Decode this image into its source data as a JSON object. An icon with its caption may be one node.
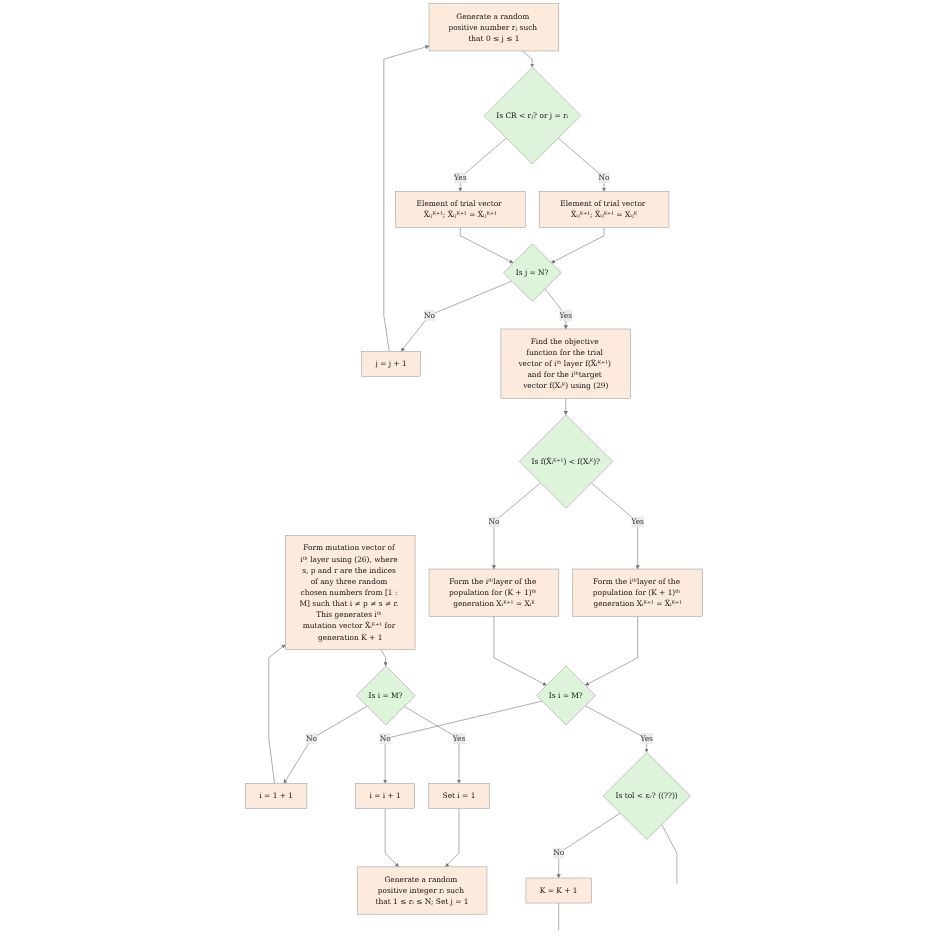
{
  "diagram": {
    "nodes": [
      {
        "text": [
          "Form mutation vector of iᵗʰ layer using (26), where s, p and r are the indices of any three random chosen numbers from [1 : M] such that i ≠ p ≠ s ≠ r. This generates iᵗʰ mutation vector X̂ᵢᴷ⁺¹ for generation K + 1"
        ]
      },
      {
        "text": [
          "Is i = M?"
        ]
      },
      {
        "text": [
          "i = 1 + 1"
        ]
      },
      {
        "text": [
          "Set i = 1"
        ]
      },
      {
        "text": [
          "Generate a random positive integer rᵢ such that 1 ≤ rᵢ ≤ N; Set j = 1"
        ]
      },
      {
        "text": [
          "Generate a random positive number rⱼ such that 0 ≤ j ≤ 1"
        ]
      },
      {
        "text": [
          "Is CR < rⱼ? or j = rᵢ"
        ]
      },
      {
        "text": [
          "Element of trial vector X̃ᵢⱼᴷ⁺¹; X̃ᵢⱼᴷ⁺¹ = Xᵢⱼᴷ"
        ]
      },
      {
        "text": [
          "Element of trial vector X̃ᵢⱼᴷ⁺¹; X̃ᵢⱼᴷ⁺¹ = X̂ᵢⱼᴷ⁺¹"
        ]
      },
      {
        "text": [
          "Is j = N?"
        ]
      },
      {
        "text": [
          "j = j + 1"
        ]
      },
      {
        "text": [
          "Find the objective function for the trial vector of iᵗʰ layer f(X̃ᵢᴷ⁺¹) and for the iᵗʰtarget vector f(Xᵢᴷ) using (29)"
        ]
      },
      {
        "text": [
          "Is f(X̃ᵢᴷ⁺¹) < f(Xᵢᴷ)?"
        ]
      },
      {
        "text": [
          "Form the iᵗʰlayer of the population for (K + 1)ᵗʰ generation Xᵢᴷ⁺¹ = X̃ᵢᴷ⁺¹"
        ]
      },
      {
        "text": [
          "Form the iᵗʰlayer of the population for (K + 1)ᵗʰ generation Xᵢᴷ⁺¹ = Xᵢᴷ"
        ]
      },
      {
        "text": [
          "Is i = M?"
        ]
      },
      {
        "text": [
          "i = i + 1"
        ]
      },
      {
        "text": [
          "Is tol < εᵣ? ((??))"
        ]
      },
      {
        "text": [
          "K = K + 1"
        ]
      }
    ],
    "edges": [
      {
        "from": 2,
        "to": 0,
        "arrow": "to"
      },
      {
        "from": 0,
        "to": 1,
        "arrow": "to"
      },
      {
        "from": 1,
        "to": 2,
        "arrow": "to",
        "label": "No"
      },
      {
        "from": 1,
        "to": 3,
        "arrow": "to",
        "label": "Yes"
      },
      {
        "from": 3,
        "to": 4,
        "arrow": "to"
      },
      {
        "from": 16,
        "to": 4,
        "arrow": "to"
      },
      {
        "from": 10,
        "to": 5,
        "arrow": "to"
      },
      {
        "from": 5,
        "to": 6,
        "arrow": "to"
      },
      {
        "from": 6,
        "to": 7,
        "arrow": "to",
        "label": "No"
      },
      {
        "from": 6,
        "to": 8,
        "arrow": "to",
        "label": "Yes"
      },
      {
        "from": 7,
        "to": 9,
        "arrow": "to"
      },
      {
        "from": 8,
        "to": 9,
        "arrow": "to"
      },
      {
        "from": 9,
        "to": 10,
        "arrow": "to",
        "label": "No"
      },
      {
        "from": 9,
        "to": 11,
        "arrow": "to",
        "label": "Yes"
      },
      {
        "from": 11,
        "to": 12,
        "arrow": "to"
      },
      {
        "from": 12,
        "to": 13,
        "arrow": "to",
        "label": "Yes"
      },
      {
        "from": 12,
        "to": 14,
        "arrow": "to",
        "label": "No"
      },
      {
        "from": 13,
        "to": 15,
        "arrow": "to"
      },
      {
        "from": 14,
        "to": 15,
        "arrow": "to"
      },
      {
        "from": 15,
        "to": 16,
        "arrow": "to",
        "label": "No"
      },
      {
        "from": 15,
        "to": 17,
        "arrow": "to",
        "label": "Yes"
      },
      {
        "from": 17,
        "to": 18,
        "arrow": "to",
        "label": "No"
      },
      {
        "from": 17,
        "to": null,
        "arrow": "none"
      },
      {
        "from": 18,
        "to": null,
        "arrow": "none"
      }
    ]
  }
}
